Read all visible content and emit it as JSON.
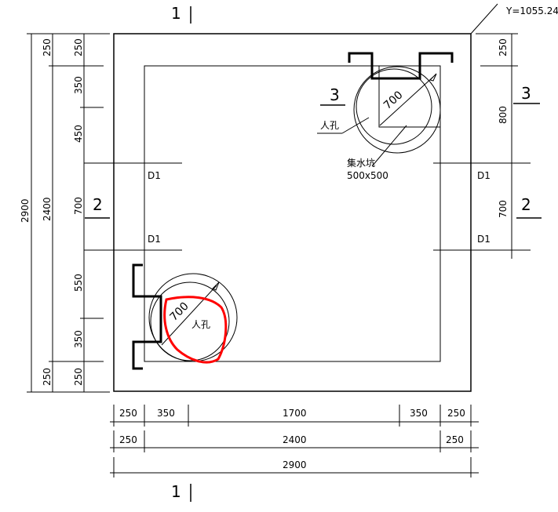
{
  "plan": {
    "coordinate_label": "Y=1055.24",
    "section_markers": {
      "section_1": "1",
      "section_2": "2",
      "section_3": "3"
    },
    "pipe_labels": {
      "d1": "D1"
    },
    "manhole_label": "人孔",
    "manhole_diameter": "700",
    "sump_label": "集水坑",
    "sump_size": "500x500",
    "dimensions": {
      "left_outer": [
        "250",
        "250",
        "2400",
        "250"
      ],
      "left_total": "2900",
      "left_inner_total": "2400",
      "left_inner_seg": [
        "350",
        "450",
        "700",
        "550",
        "350"
      ],
      "left_top": "250",
      "left_bottom": "250",
      "right_seg": [
        "250",
        "800",
        "700"
      ],
      "bottom_row1": [
        "250",
        "350",
        "1700",
        "350",
        "250"
      ],
      "bottom_row2": [
        "250",
        "2400",
        "250"
      ],
      "bottom_row3": "2900"
    }
  }
}
